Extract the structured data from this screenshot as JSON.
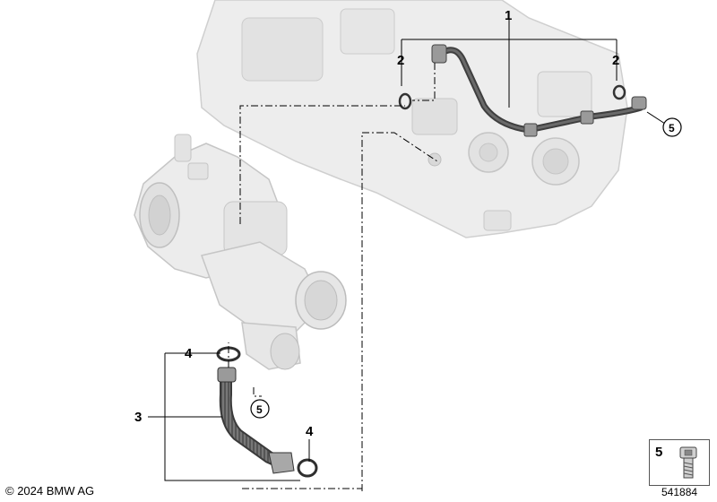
{
  "callouts": {
    "p1": "1",
    "p2_left": "2",
    "p2_right": "2",
    "p3": "3",
    "p4_upper": "4",
    "p4_lower": "4",
    "p5_circle_top": "5",
    "p5_circle_bottom": "5"
  },
  "legend": {
    "part_number": "5",
    "icon": "screw-icon"
  },
  "copyright": "© 2024 BMW AG",
  "diagram_id": "541884",
  "colors": {
    "engine_fill": "#ececec",
    "engine_stroke": "#c9c9c9",
    "hose": "#4a4a4a",
    "line": "#000000"
  }
}
